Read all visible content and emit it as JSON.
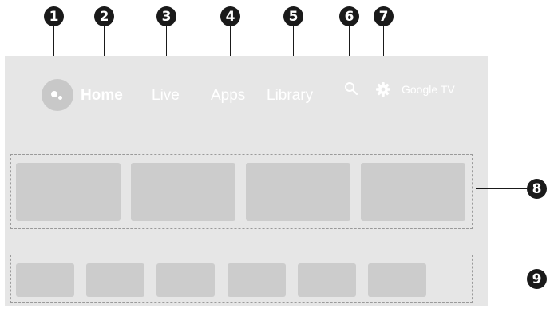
{
  "callouts": [
    "1",
    "2",
    "3",
    "4",
    "5",
    "6",
    "7",
    "8",
    "9"
  ],
  "nav": {
    "home": "Home",
    "live": "Live",
    "apps": "Apps",
    "library": "Library"
  },
  "brand": "Google TV",
  "icons": {
    "assistant": "google-assistant-icon",
    "search": "search-icon",
    "settings": "gear-icon"
  },
  "colors": {
    "screen_bg": "#e6e6e6",
    "tile": "#cccccc",
    "callout": "#1a1a1a",
    "nav_text": "#ffffff"
  }
}
